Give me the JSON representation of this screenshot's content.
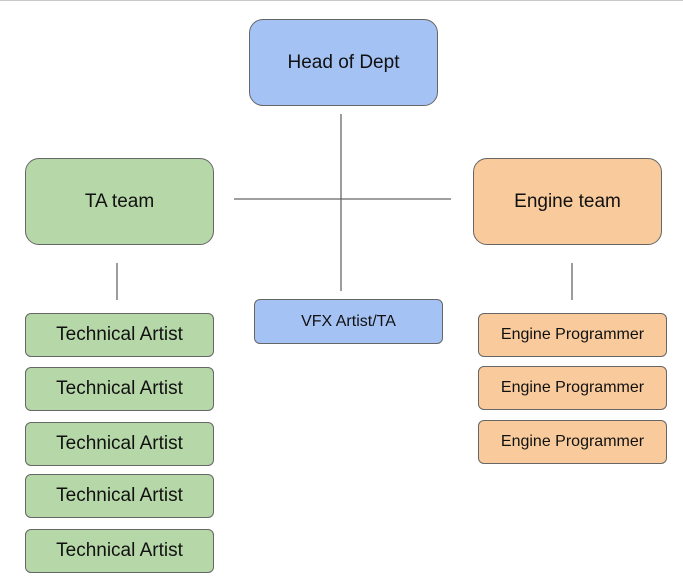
{
  "colors": {
    "head": "#a4c2f4",
    "ta": "#b6d7a8",
    "engine": "#f9cb9c",
    "vfx": "#a4c2f4",
    "line": "#666666"
  },
  "head": {
    "label": "Head of Dept"
  },
  "ta_team": {
    "label": "TA team",
    "members": [
      "Technical Artist",
      "Technical Artist",
      "Technical Artist",
      "Technical Artist",
      "Technical Artist"
    ]
  },
  "engine_team": {
    "label": "Engine team",
    "members": [
      "Engine Programmer",
      "Engine Programmer",
      "Engine Programmer"
    ]
  },
  "vfx": {
    "label": "VFX Artist/TA"
  }
}
